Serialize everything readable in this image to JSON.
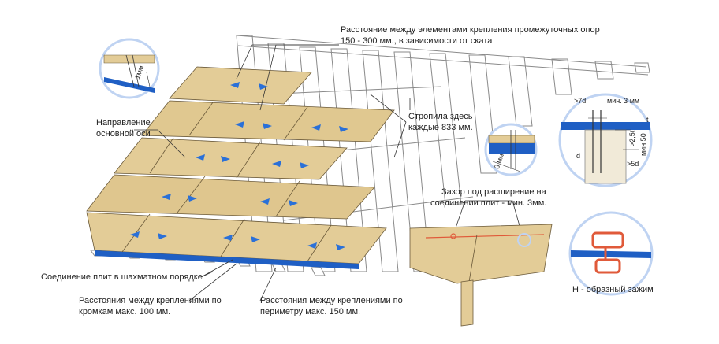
{
  "colors": {
    "osb": "#e3cc97",
    "osb_dark": "#c9ad72",
    "membrane": "#1f5fc4",
    "arrow": "#2a70d8",
    "frame": "#8a8a8a",
    "callout": "#bfd3f2",
    "clip": "#e05a3a",
    "text": "#222222"
  },
  "annotations": {
    "fastener_spacing_line1": "Расстояние между элементами крепления промежуточных опор",
    "fastener_spacing_line2": "150 - 300 мм., в зависимости от ската",
    "rafters_line1": "Стропила здесь",
    "rafters_line2": "каждые 833 мм.",
    "main_axis_line1": "Направление",
    "main_axis_line2": "основной оси",
    "staggered_joints": "Соединение плит в шахматном порядке",
    "edge_spacing_line1": "Расстояния между креплениями по",
    "edge_spacing_line2": "кромкам макс. 100 мм.",
    "perimeter_spacing_line1": "Расстояния между креплениями по",
    "perimeter_spacing_line2": "периметру макс. 150 мм.",
    "expansion_gap_line1": "Зазор под расширение на",
    "expansion_gap_line2": "соединении плит - мин. 3мм.",
    "h_clip": "Н - образный зажим"
  },
  "detail_gap_1mm": {
    "label": "1мм"
  },
  "detail_gap_3mm": {
    "label": "3 мм"
  },
  "detail_nail": {
    "gt7d": ">7d",
    "min3mm": "мин. 3 мм",
    "gt25t": ">2,5t",
    "min50": "мин.50",
    "t": "t",
    "d": "d",
    "gt5d": ">5d"
  }
}
